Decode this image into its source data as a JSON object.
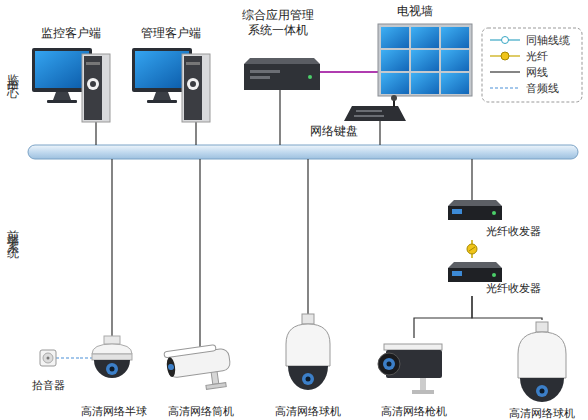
{
  "diagram": {
    "nodes": [
      {
        "text": [
          "监控客户端"
        ]
      },
      {
        "text": [
          "管理客户端"
        ]
      },
      {
        "text": [
          "综合应用管理 系统一体机"
        ]
      },
      {
        "text": [
          "电视墙"
        ]
      },
      {
        "text": [
          "网络键盘"
        ]
      },
      {
        "text": [
          "光纤收发器"
        ]
      },
      {
        "text": [
          "光纤收发器"
        ]
      },
      {
        "text": [
          "拾音器"
        ]
      },
      {
        "text": [
          "高清网络半球"
        ]
      },
      {
        "text": [
          "高清网络筒机"
        ]
      },
      {
        "text": [
          "高清网络球机"
        ]
      },
      {
        "text": [
          "高清网络枪机"
        ]
      },
      {
        "text": [
          "高清网络球机"
        ]
      }
    ],
    "edges": [
      {
        "from": 2,
        "to": 3,
        "arrow": "none"
      },
      {
        "from": 5,
        "to": 6,
        "arrow": "none"
      },
      {
        "from": 6,
        "to": 11,
        "arrow": "none"
      },
      {
        "from": 6,
        "to": 12,
        "arrow": "none"
      },
      {
        "from": 7,
        "to": 8,
        "arrow": "none"
      }
    ],
    "labels": [
      "监控中心",
      "前端子系统"
    ],
    "legend": [
      {
        "text": "同轴线缆"
      },
      {
        "text": "光纤"
      },
      {
        "text": "网线"
      },
      {
        "text": "音频线"
      }
    ]
  }
}
